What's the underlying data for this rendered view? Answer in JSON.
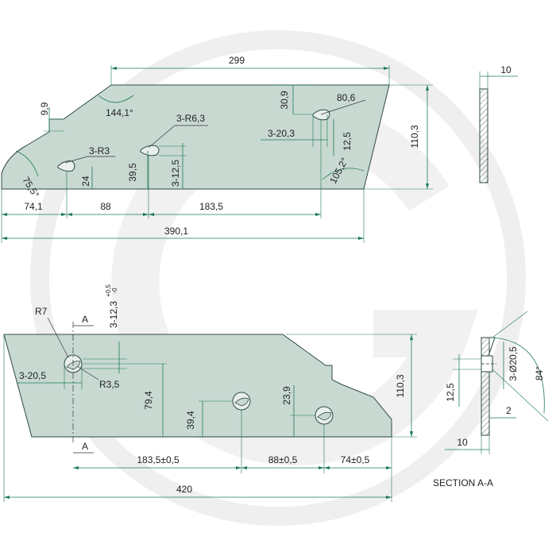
{
  "watermark": "G",
  "top_view": {
    "dims": {
      "d299": "299",
      "d9_9": "9,9",
      "d144_1": "144,1°",
      "d3_R6_3": "3-R6,3",
      "d30_9": "30,9",
      "d80_6": "80,6",
      "d110_3": "110,3",
      "d75_5": "75,5°",
      "d3_R3": "3-R3",
      "d3_20_3": "3-20,3",
      "d12_5": "12,5",
      "d24": "24",
      "d39_5": "39,5",
      "d3_12_5": "3-12,5",
      "d105_2": "105,2°",
      "d74_1": "74,1",
      "d88": "88",
      "d183_5": "183,5",
      "d390_1": "390,1"
    }
  },
  "thickness_view": {
    "d10": "10"
  },
  "bottom_view": {
    "dims": {
      "d3_12_3": "3-12,3",
      "d3_12_3_tol_up": "+0,5",
      "d3_12_3_tol_dn": "-0",
      "dR7": "R7",
      "dA_top": "A",
      "d3_20_5": "3-20,5",
      "dR3_5": "R3,5",
      "d79_4": "79,4",
      "d39_4": "39,4",
      "d23_9": "23,9",
      "d110_3": "110,3",
      "dA_bottom": "A",
      "d183_5": "183,5±0,5",
      "d88": "88±0,5",
      "d74": "74±0,5",
      "d420": "420"
    }
  },
  "section_view": {
    "d3_20_5": "3-Ø20,5",
    "d84": "84°",
    "d12_5": "12,5",
    "d2": "2",
    "d10": "10",
    "title": "SECTION A-A"
  }
}
